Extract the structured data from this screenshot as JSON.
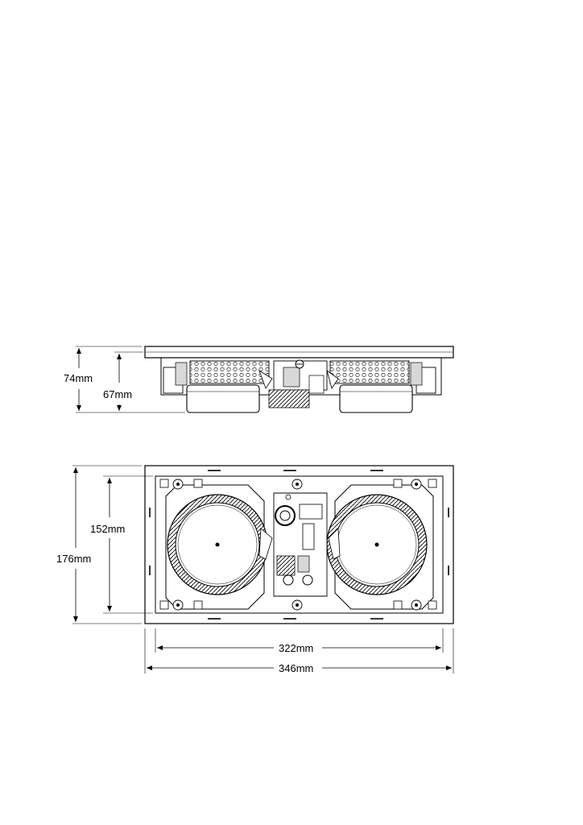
{
  "dimensions": {
    "side_total_height": "74mm",
    "side_body_height": "67mm",
    "front_total_height": "176mm",
    "front_body_height": "152mm",
    "front_body_width": "322mm",
    "front_total_width": "346mm"
  },
  "colors": {
    "line": "#000000",
    "background": "#ffffff",
    "fill_gray": "#d8d8d8"
  }
}
